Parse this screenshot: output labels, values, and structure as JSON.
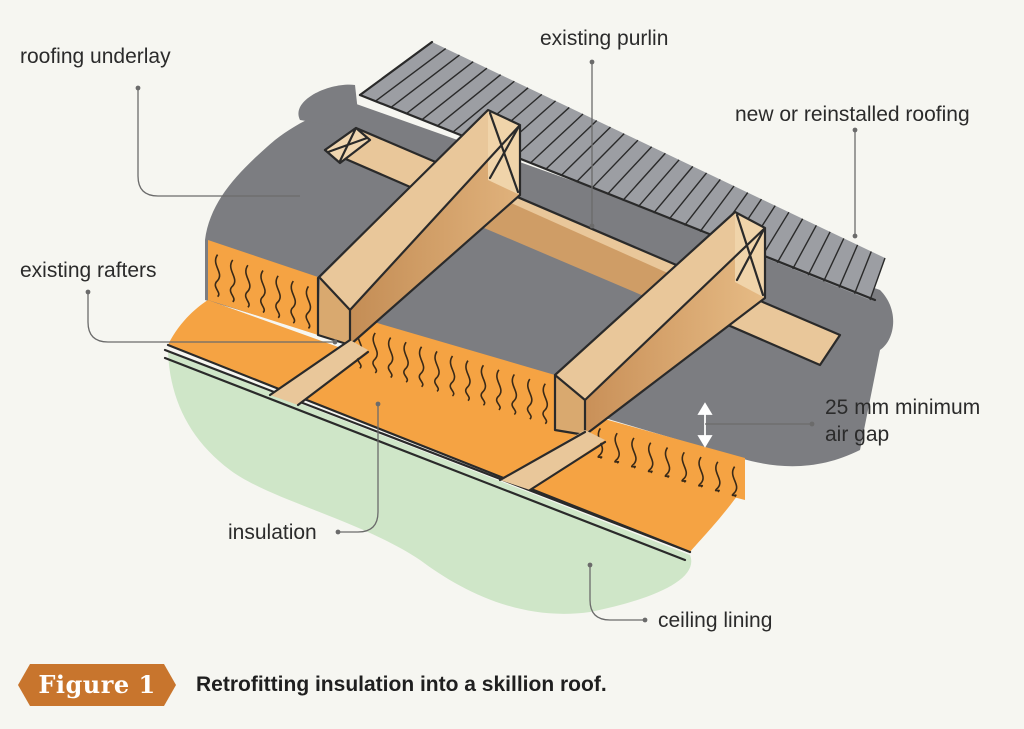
{
  "figure": {
    "number_label": "Figure 1",
    "caption": "Retrofitting insulation into a skillion roof."
  },
  "labels": {
    "roofing_underlay": "roofing underlay",
    "existing_purlin": "existing purlin",
    "new_roofing": "new or reinstalled roofing",
    "existing_rafters": "existing rafters",
    "air_gap_line1": "25 mm minimum",
    "air_gap_line2": "air gap",
    "insulation": "insulation",
    "ceiling_lining": "ceiling lining"
  },
  "colors": {
    "background": "#f6f6f1",
    "insulation": "#f5a343",
    "underlay": "#7c7d81",
    "timber": "#e9c79a",
    "ceiling": "#cfe6c8",
    "accent": "#c8752d"
  }
}
